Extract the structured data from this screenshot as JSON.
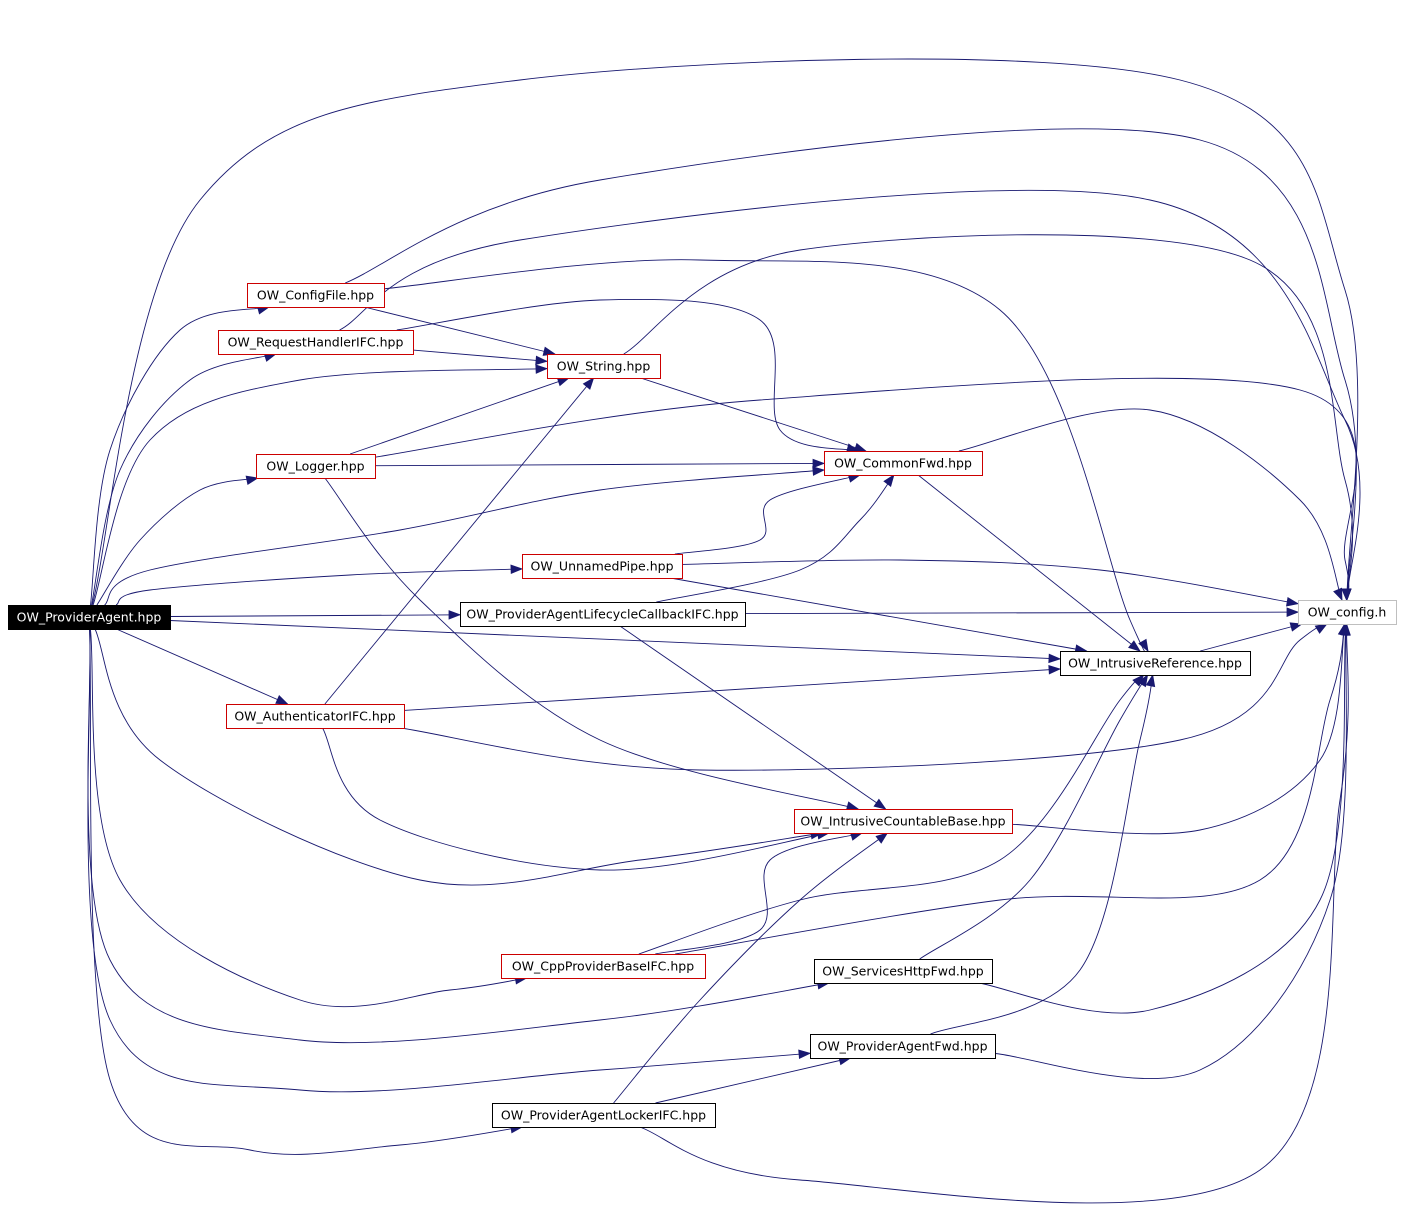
{
  "colors": {
    "edge": "#191970",
    "root_fill": "#000000",
    "root_text": "#ffffff",
    "expandable_border": "#cc0000",
    "plain_border": "#000000",
    "leaf_border": "#bfbfbf"
  },
  "nodes": [
    {
      "id": "provider-agent",
      "label": "OW_ProviderAgent.hpp",
      "style": "root"
    },
    {
      "id": "config-file",
      "label": "OW_ConfigFile.hpp",
      "style": "expandable"
    },
    {
      "id": "request-handler-ifc",
      "label": "OW_RequestHandlerIFC.hpp",
      "style": "expandable"
    },
    {
      "id": "string",
      "label": "OW_String.hpp",
      "style": "expandable"
    },
    {
      "id": "logger",
      "label": "OW_Logger.hpp",
      "style": "expandable"
    },
    {
      "id": "common-fwd",
      "label": "OW_CommonFwd.hpp",
      "style": "expandable"
    },
    {
      "id": "unnamed-pipe",
      "label": "OW_UnnamedPipe.hpp",
      "style": "expandable"
    },
    {
      "id": "lifecycle-callback-ifc",
      "label": "OW_ProviderAgentLifecycleCallbackIFC.hpp",
      "style": "plain"
    },
    {
      "id": "config-h",
      "label": "OW_config.h",
      "style": "leaf"
    },
    {
      "id": "intrusive-reference",
      "label": "OW_IntrusiveReference.hpp",
      "style": "plain"
    },
    {
      "id": "authenticator-ifc",
      "label": "OW_AuthenticatorIFC.hpp",
      "style": "expandable"
    },
    {
      "id": "intrusive-countable-base",
      "label": "OW_IntrusiveCountableBase.hpp",
      "style": "expandable"
    },
    {
      "id": "cpp-provider-base-ifc",
      "label": "OW_CppProviderBaseIFC.hpp",
      "style": "expandable"
    },
    {
      "id": "services-http-fwd",
      "label": "OW_ServicesHttpFwd.hpp",
      "style": "plain"
    },
    {
      "id": "provider-agent-fwd",
      "label": "OW_ProviderAgentFwd.hpp",
      "style": "plain"
    },
    {
      "id": "provider-agent-locker-ifc",
      "label": "OW_ProviderAgentLockerIFC.hpp",
      "style": "plain"
    }
  ],
  "edges": [
    {
      "from": "provider-agent",
      "to": "config-file"
    },
    {
      "from": "provider-agent",
      "to": "request-handler-ifc"
    },
    {
      "from": "provider-agent",
      "to": "string"
    },
    {
      "from": "provider-agent",
      "to": "logger"
    },
    {
      "from": "provider-agent",
      "to": "common-fwd"
    },
    {
      "from": "provider-agent",
      "to": "unnamed-pipe"
    },
    {
      "from": "provider-agent",
      "to": "lifecycle-callback-ifc"
    },
    {
      "from": "provider-agent",
      "to": "intrusive-reference"
    },
    {
      "from": "provider-agent",
      "to": "authenticator-ifc"
    },
    {
      "from": "provider-agent",
      "to": "intrusive-countable-base"
    },
    {
      "from": "provider-agent",
      "to": "cpp-provider-base-ifc"
    },
    {
      "from": "provider-agent",
      "to": "services-http-fwd"
    },
    {
      "from": "provider-agent",
      "to": "provider-agent-fwd"
    },
    {
      "from": "provider-agent",
      "to": "provider-agent-locker-ifc"
    },
    {
      "from": "provider-agent",
      "to": "config-h"
    },
    {
      "from": "config-file",
      "to": "string"
    },
    {
      "from": "config-file",
      "to": "intrusive-reference"
    },
    {
      "from": "config-file",
      "to": "config-h"
    },
    {
      "from": "request-handler-ifc",
      "to": "string"
    },
    {
      "from": "request-handler-ifc",
      "to": "common-fwd"
    },
    {
      "from": "request-handler-ifc",
      "to": "config-h"
    },
    {
      "from": "string",
      "to": "common-fwd"
    },
    {
      "from": "string",
      "to": "config-h"
    },
    {
      "from": "logger",
      "to": "string"
    },
    {
      "from": "logger",
      "to": "common-fwd"
    },
    {
      "from": "logger",
      "to": "intrusive-countable-base"
    },
    {
      "from": "logger",
      "to": "config-h"
    },
    {
      "from": "common-fwd",
      "to": "intrusive-reference"
    },
    {
      "from": "common-fwd",
      "to": "config-h"
    },
    {
      "from": "unnamed-pipe",
      "to": "common-fwd"
    },
    {
      "from": "unnamed-pipe",
      "to": "intrusive-reference"
    },
    {
      "from": "unnamed-pipe",
      "to": "config-h"
    },
    {
      "from": "lifecycle-callback-ifc",
      "to": "common-fwd"
    },
    {
      "from": "lifecycle-callback-ifc",
      "to": "intrusive-countable-base"
    },
    {
      "from": "lifecycle-callback-ifc",
      "to": "config-h"
    },
    {
      "from": "intrusive-reference",
      "to": "config-h"
    },
    {
      "from": "authenticator-ifc",
      "to": "string"
    },
    {
      "from": "authenticator-ifc",
      "to": "intrusive-reference"
    },
    {
      "from": "authenticator-ifc",
      "to": "intrusive-countable-base"
    },
    {
      "from": "authenticator-ifc",
      "to": "config-h"
    },
    {
      "from": "intrusive-countable-base",
      "to": "config-h"
    },
    {
      "from": "cpp-provider-base-ifc",
      "to": "intrusive-countable-base"
    },
    {
      "from": "cpp-provider-base-ifc",
      "to": "intrusive-reference"
    },
    {
      "from": "cpp-provider-base-ifc",
      "to": "config-h"
    },
    {
      "from": "services-http-fwd",
      "to": "intrusive-reference"
    },
    {
      "from": "services-http-fwd",
      "to": "config-h"
    },
    {
      "from": "provider-agent-fwd",
      "to": "intrusive-reference"
    },
    {
      "from": "provider-agent-fwd",
      "to": "config-h"
    },
    {
      "from": "provider-agent-locker-ifc",
      "to": "intrusive-countable-base"
    },
    {
      "from": "provider-agent-locker-ifc",
      "to": "provider-agent-fwd"
    },
    {
      "from": "provider-agent-locker-ifc",
      "to": "config-h"
    }
  ]
}
